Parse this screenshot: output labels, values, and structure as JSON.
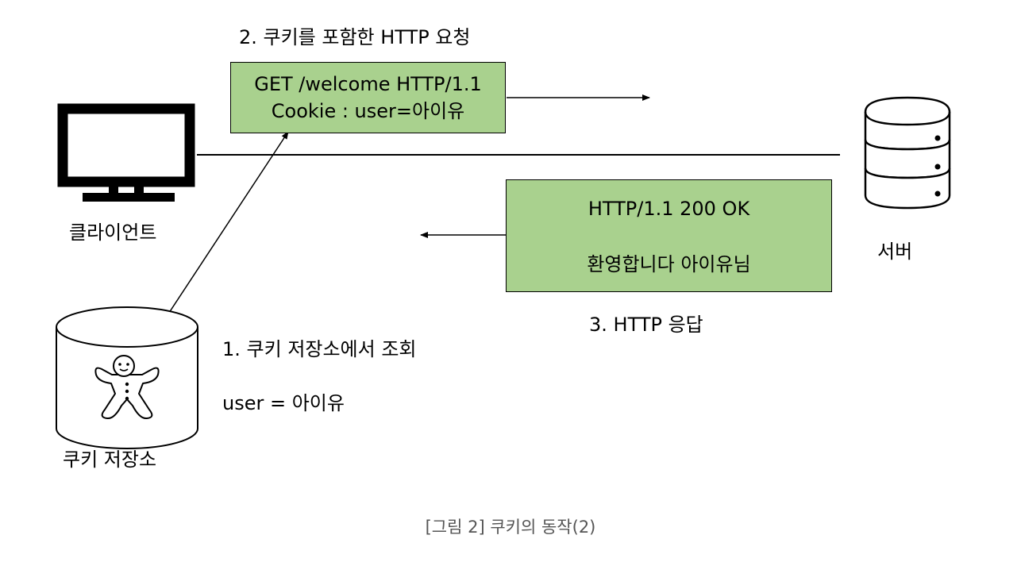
{
  "diagram": {
    "request_label": "2. 쿠키를 포함한 HTTP 요청",
    "request_box": {
      "line1": "GET /welcome HTTP/1.1",
      "line2": "Cookie : user=아이유"
    },
    "response_box": {
      "line1": "HTTP/1.1 200 OK",
      "line2": "환영합니다 아이유님"
    },
    "response_label": "3. HTTP 응답",
    "client_label": "클라이언트",
    "server_label": "서버",
    "lookup_label": "1. 쿠키 저장소에서 조회",
    "cookie_value": "user = 아이유",
    "cookie_store_label": "쿠키 저장소",
    "caption": "[그림 2] 쿠키의 동작(2)",
    "colors": {
      "box_fill": "#a9d18e",
      "line": "#000000",
      "caption": "#555555"
    },
    "icons": [
      "monitor-icon",
      "database-icon",
      "cylinder-icon",
      "gingerbread-icon"
    ]
  }
}
